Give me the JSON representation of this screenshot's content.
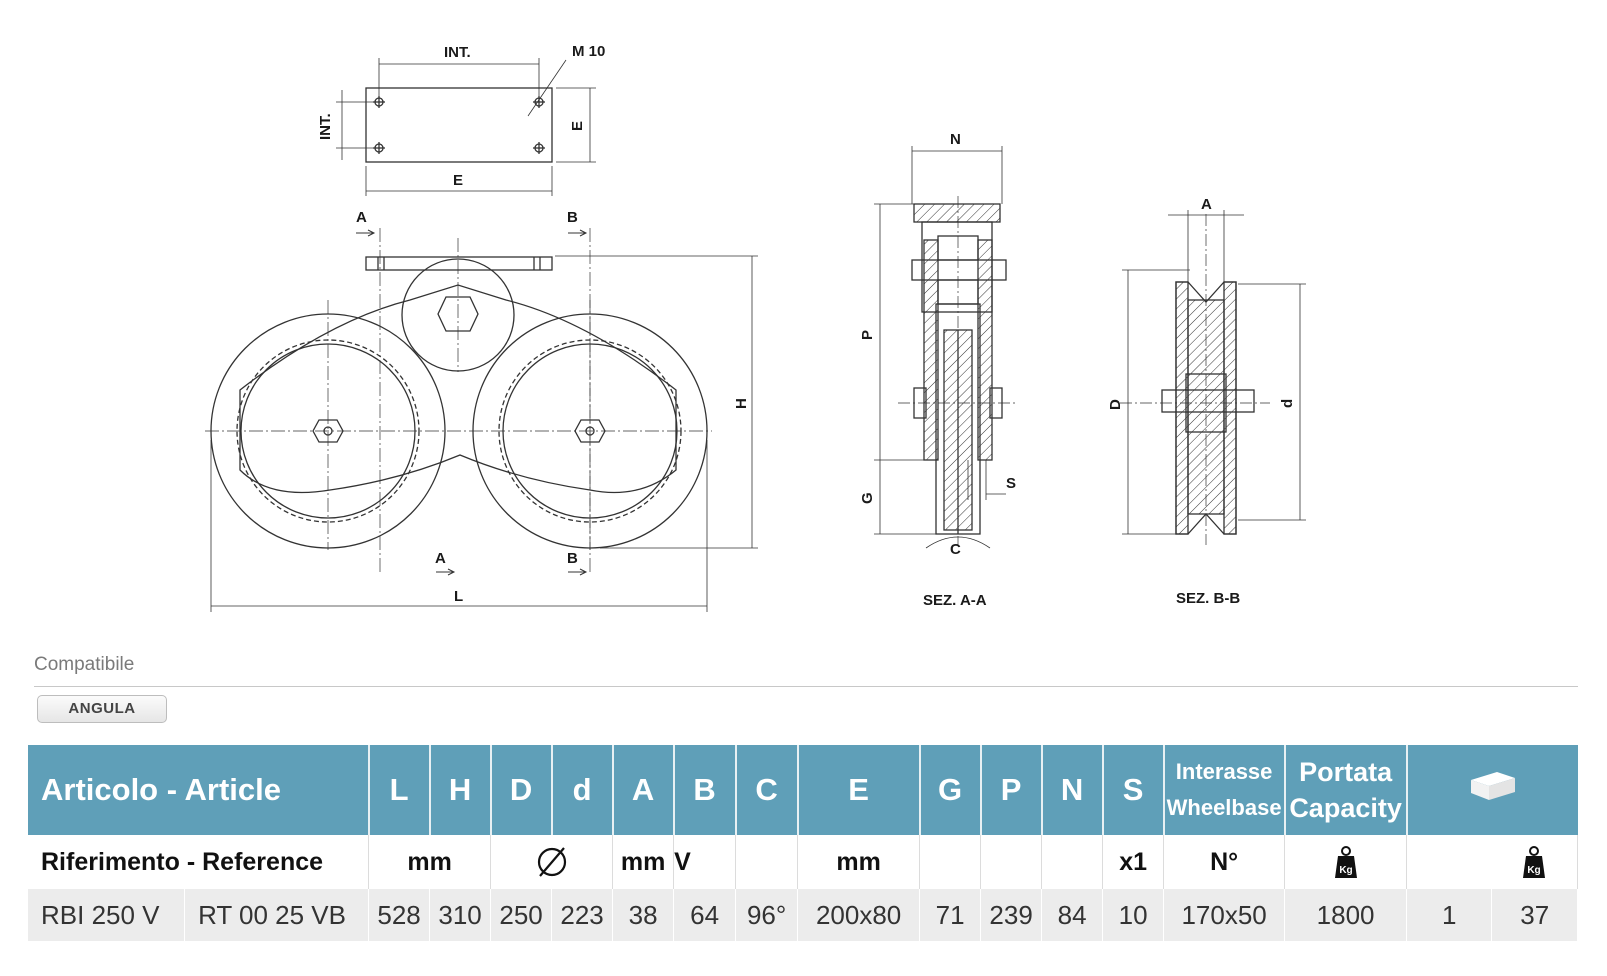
{
  "drawing": {
    "labels": {
      "int_top": "INT.",
      "int_side": "INT.",
      "m10": "M 10",
      "e_side": "E",
      "e_bottom": "E",
      "a_top": "A",
      "b_top": "B",
      "a_bottom": "A",
      "b_bottom": "B",
      "h": "H",
      "l": "L",
      "n": "N",
      "p": "P",
      "g": "G",
      "s": "S",
      "c": "C",
      "sez_aa": "SEZ. A-A",
      "a_section": "A",
      "d_upper": "D",
      "d_lower": "d",
      "sez_bb": "SEZ. B-B"
    }
  },
  "compat": {
    "label": "Compatibile",
    "chip": "ANGULA"
  },
  "table": {
    "headers": {
      "article": "Articolo - Article",
      "L": "L",
      "H": "H",
      "D": "D",
      "d": "d",
      "A": "A",
      "B": "B",
      "C": "C",
      "E": "E",
      "G": "G",
      "P": "P",
      "N": "N",
      "S": "S",
      "wheelbase_1": "Interasse",
      "wheelbase_2": "Wheelbase",
      "capacity_1": "Portata",
      "capacity_2": "Capacity"
    },
    "units": {
      "reference": "Riferimento - Reference",
      "mm1": "mm",
      "mm2": "mm",
      "v": "V",
      "mm3": "mm",
      "x1": "x1",
      "n_deg": "N°",
      "kg1": "Kg",
      "kg2": "Kg"
    },
    "row": {
      "article": "RBI 250 V",
      "reference": "RT 00 25 VB",
      "L": "528",
      "H": "310",
      "D": "250",
      "d": "223",
      "A": "38",
      "B": "64",
      "C": "96°",
      "E": "200x80",
      "G": "71",
      "P": "239",
      "N": "84",
      "S": "10",
      "wheelbase": "170x50",
      "capacity": "1800",
      "pack_qty": "1",
      "weight": "37"
    }
  }
}
